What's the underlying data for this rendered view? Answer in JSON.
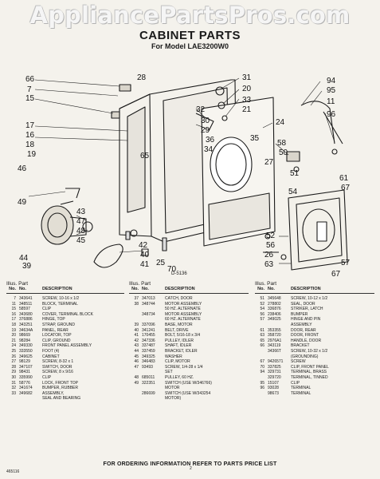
{
  "watermark": "AppliancePartsPros.com",
  "title": "CABINET PARTS",
  "subtitle": "For Model LAE3200W0",
  "diagram_code": "D-5136",
  "callouts": [
    "66",
    "7",
    "28",
    "31",
    "20",
    "33",
    "21",
    "94",
    "95",
    "11",
    "96",
    "15",
    "32",
    "30",
    "29",
    "24",
    "17",
    "16",
    "18",
    "65",
    "19",
    "36",
    "35",
    "58",
    "34",
    "50",
    "51",
    "27",
    "61",
    "67",
    "46",
    "54",
    "49",
    "43",
    "47",
    "48",
    "45",
    "44",
    "39",
    "40",
    "41",
    "42",
    "70",
    "25",
    "52",
    "56",
    "26",
    "63",
    "57",
    "67"
  ],
  "columns": [
    {
      "head1": "Illus.  Part",
      "head2_ill": "No.",
      "head2_pn": "No.",
      "head2_desc": "DESCRIPTION",
      "rows": [
        [
          "7",
          "343641",
          "SCREW, 10-16 x 1/2"
        ],
        [
          "11",
          "348511",
          "BLOCK, TERMINAL"
        ],
        [
          "15",
          "58597",
          "CLIP"
        ],
        [
          "16",
          "343680",
          "COVER, TERMINAL BLOCK"
        ],
        [
          "17",
          "376886",
          "HINGE, TOP"
        ],
        [
          "18",
          "343251",
          "STRAP, GROUND"
        ],
        [
          "19",
          "34634A",
          "PANEL, REAR"
        ],
        [
          "20",
          "98669",
          "LOCATOR, TOP"
        ],
        [
          "21",
          "98284",
          "CLIP, GROUND"
        ],
        [
          "24",
          "349330",
          "FRONT PANEL ASSEMBLY"
        ],
        [
          "25",
          "333550",
          "FOOT (4)"
        ],
        [
          "26",
          "349625",
          "CABINET"
        ],
        [
          "27",
          "98129",
          "SCREW, 8-32 x 1"
        ],
        [
          "28",
          "347107",
          "SWITCH, DOOR"
        ],
        [
          "29",
          "98431",
          "SCREW, 8 x 9/16"
        ],
        [
          "30",
          "335990",
          "CLIP"
        ],
        [
          "31",
          "58776",
          "LOCK, FRONT TOP"
        ],
        [
          "32",
          "341674",
          "BUMPER, RUBBER"
        ],
        [
          "33",
          "349682",
          "ASSEMBLY,"
        ],
        [
          "",
          "",
          "SEAL AND BEARING"
        ]
      ]
    },
    {
      "head1": "Illus.  Part",
      "head2_ill": "No.",
      "head2_pn": "No.",
      "head2_desc": "DESCRIPTION",
      "rows": [
        [
          "37",
          "347013",
          "CATCH, DOOR"
        ],
        [
          "38",
          "348744",
          "MOTOR ASSEMBLY"
        ],
        [
          "",
          "",
          "50 HZ. ALTERNATE"
        ],
        [
          "",
          "348734",
          "MOTOR ASSEMBLY"
        ],
        [
          "",
          "",
          "60 HZ. ALTERNATE"
        ],
        [
          "39",
          "337096",
          "BASE, MOTOR"
        ],
        [
          "40",
          "341241",
          "BELT, DRIVE"
        ],
        [
          "41",
          "170455",
          "BOLT, 5/16-18 x 3/4"
        ],
        [
          "42",
          "347336",
          "PULLEY, IDLER"
        ],
        [
          "43",
          "337487",
          "SHAFT, IDLER"
        ],
        [
          "44",
          "337459",
          "BRACKET, IDLER"
        ],
        [
          "45",
          "349325",
          "WASHER"
        ],
        [
          "46",
          "346483",
          "CLIP, MOTOR"
        ],
        [
          "47",
          "93493",
          "SCREW, 1/4-28 x 1/4"
        ],
        [
          "",
          "",
          "SET"
        ],
        [
          "48",
          "685011",
          "PULLEY, 60 HZ."
        ],
        [
          "49",
          "322351",
          "SWITCH (USE W/346766)"
        ],
        [
          "",
          "",
          "MOTOR"
        ],
        [
          "",
          "286699",
          "SWITCH (USE W/343254"
        ],
        [
          "",
          "",
          "MOTOR)"
        ]
      ]
    },
    {
      "head1": "Illus.  Part",
      "head2_ill": "No.",
      "head2_pn": "No.",
      "head2_desc": "DESCRIPTION",
      "rows": [
        [
          "51",
          "345648",
          "SCREW, 10-12 x 1/2"
        ],
        [
          "52",
          "278802",
          "SEAL, DOOR"
        ],
        [
          "54",
          "336876",
          "STRIKER, LATCH"
        ],
        [
          "56",
          "238406",
          "BUMPER"
        ],
        [
          "57",
          "349025",
          "HINGE AND PIN"
        ],
        [
          "",
          "",
          "ASSEMBLY"
        ],
        [
          "61",
          "353355",
          "DOOR, REAR"
        ],
        [
          "63",
          "358720",
          "DOOR, FRONT"
        ],
        [
          "65",
          "2976A1",
          "HANDLE, DOOR"
        ],
        [
          "66",
          "343119",
          "BRACKET"
        ],
        [
          "",
          "34366T",
          "SCREW, 10-32 x 1/2"
        ],
        [
          "",
          "",
          "(GROUNDING)"
        ],
        [
          "67",
          "9426571",
          "SCREW"
        ],
        [
          "70",
          "337825",
          "CLIP, FRONT PANEL"
        ],
        [
          "94",
          "329731",
          "TERMINAL, BRASS"
        ],
        [
          "",
          "329720",
          "TERMINAL, TINNED"
        ],
        [
          "95",
          "15107",
          "CLIP"
        ],
        [
          "96",
          "93028",
          "TERMINAL"
        ],
        [
          "",
          "98673",
          "TERMINAL"
        ]
      ]
    }
  ],
  "footer_note": "FOR ORDERING INFORMATION REFER TO PARTS PRICE LIST",
  "footer_code": "465116",
  "page_number": "2",
  "colors": {
    "ink": "#1a1a1a",
    "paper": "#f4f2ec"
  }
}
